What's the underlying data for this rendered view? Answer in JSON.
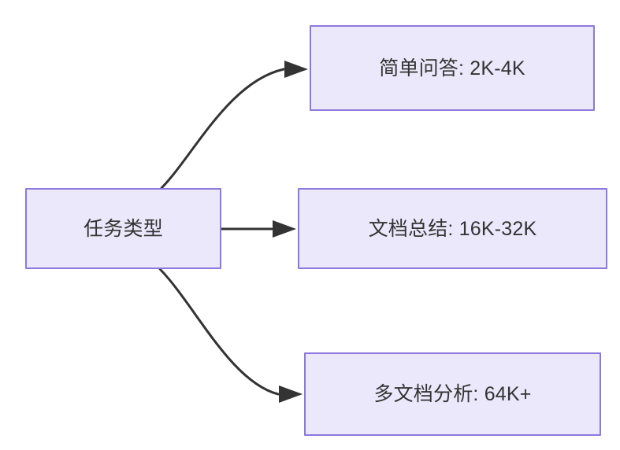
{
  "diagram": {
    "type": "flowchart",
    "direction": "left-to-right",
    "background_color": "#ffffff",
    "node_fill_color": "#ebe8fb",
    "node_border_color": "#8d78dd",
    "node_text_color": "#333333",
    "edge_color": "#333333",
    "root": {
      "id": "root",
      "label": "任务类型"
    },
    "leaves": [
      {
        "id": "simple-qa",
        "label": "简单问答: 2K-4K",
        "task": "简单问答",
        "range": "2K-4K"
      },
      {
        "id": "doc-sum",
        "label": "文档总结: 16K-32K",
        "task": "文档总结",
        "range": "16K-32K"
      },
      {
        "id": "multi-doc",
        "label": "多文档分析: 64K+",
        "task": "多文档分析",
        "range": "64K+"
      }
    ],
    "edges": [
      {
        "from": "root",
        "to": "simple-qa",
        "style": "curved",
        "arrow": "triangle"
      },
      {
        "from": "root",
        "to": "doc-sum",
        "style": "straight",
        "arrow": "triangle"
      },
      {
        "from": "root",
        "to": "multi-doc",
        "style": "curved",
        "arrow": "triangle"
      }
    ]
  }
}
